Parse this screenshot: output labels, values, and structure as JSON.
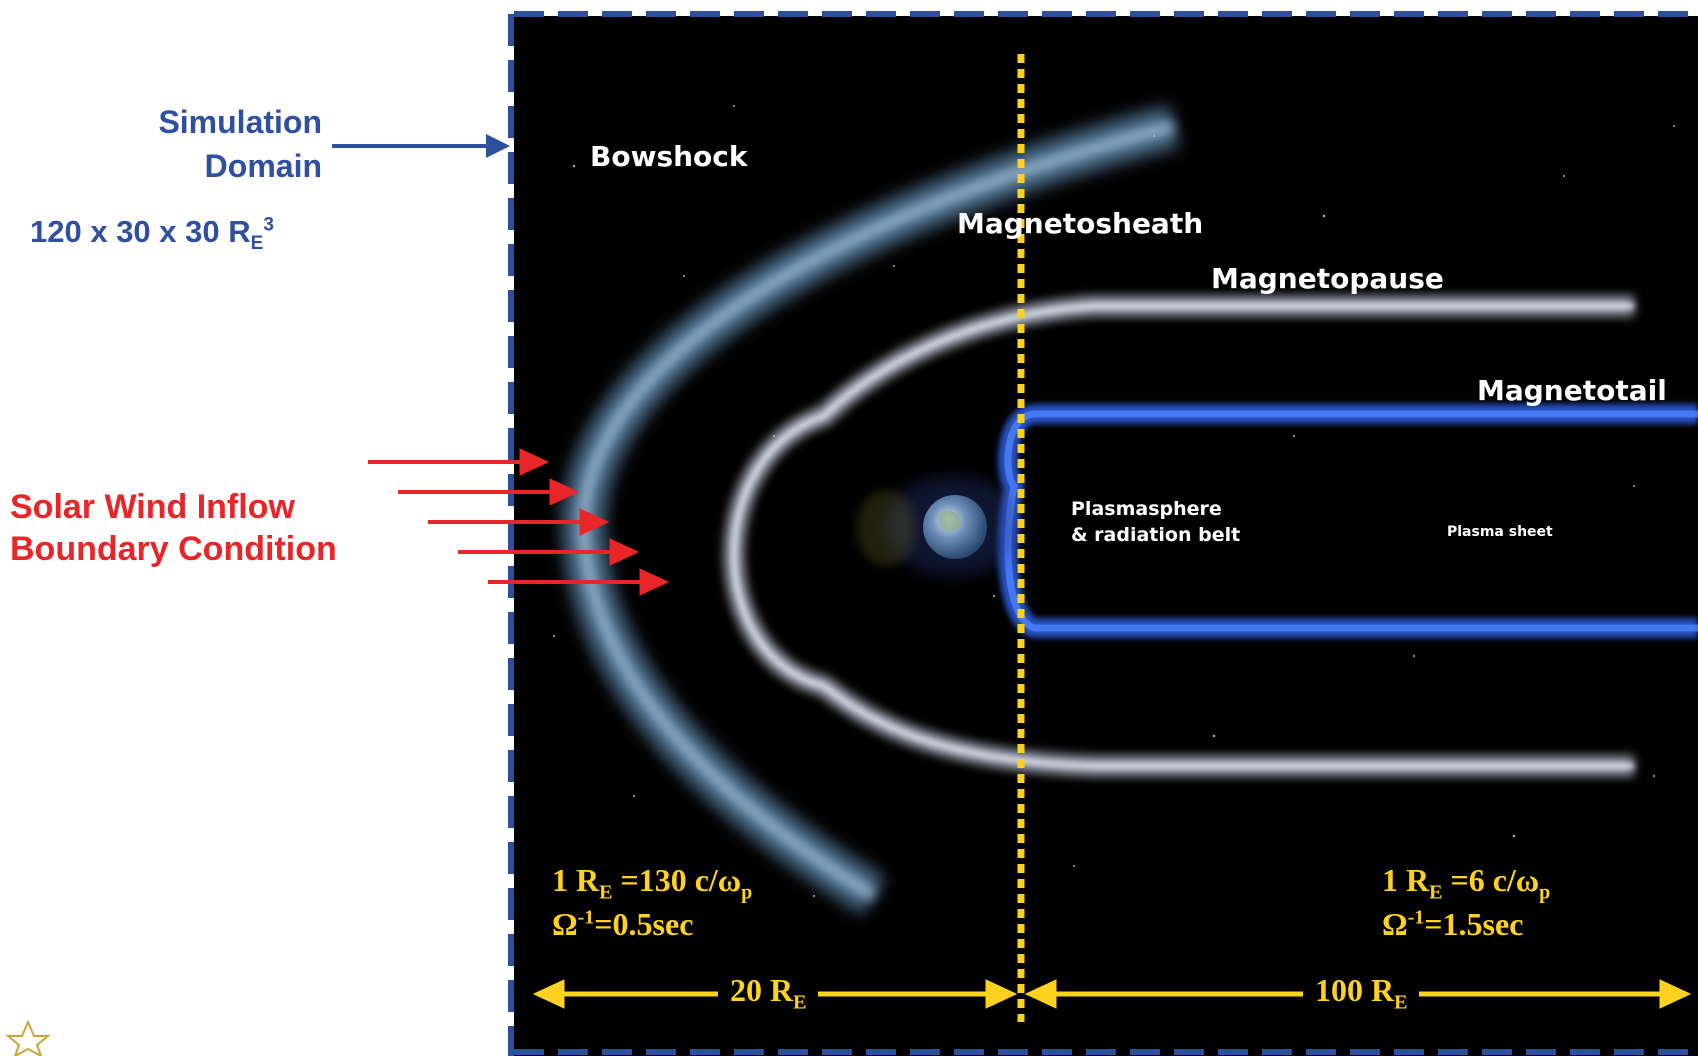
{
  "simulation": {
    "label_line1": "Simulation",
    "label_line2": "Domain",
    "size_prefix": "120 x 30 x 30 R",
    "size_sub": "E",
    "size_sup": "3"
  },
  "solar_wind": {
    "line1": "Solar Wind Inflow",
    "line2": "Boundary Condition"
  },
  "regions": {
    "bowshock": "Bowshock",
    "magnetosheath": "Magnetosheath",
    "magnetopause": "Magnetopause",
    "magnetotail": "Magnetotail",
    "plasmasphere_line1": "Plasmasphere",
    "plasmasphere_line2": "& radiation belt",
    "plasma_sheet": "Plasma sheet"
  },
  "left_params": {
    "re_prefix": "1 R",
    "re_sub": "E",
    "re_value": " =130 c/ω",
    "re_value_sub": "p",
    "omega_prefix": "Ω",
    "omega_sup": "-1",
    "omega_value": "=0.5sec"
  },
  "right_params": {
    "re_prefix": "1 R",
    "re_sub": "E",
    "re_value": " =6 c/ω",
    "re_value_sub": "p",
    "omega_prefix": "Ω",
    "omega_sup": "-1",
    "omega_value": "=1.5sec"
  },
  "scales": {
    "left_value": "20 R",
    "left_sub": "E",
    "right_value": "100 R",
    "right_sub": "E"
  },
  "colors": {
    "domain_border": "#2c4f9e",
    "solar_wind": "#e8262a",
    "divider": "#ffd21f",
    "background": "#000000"
  }
}
